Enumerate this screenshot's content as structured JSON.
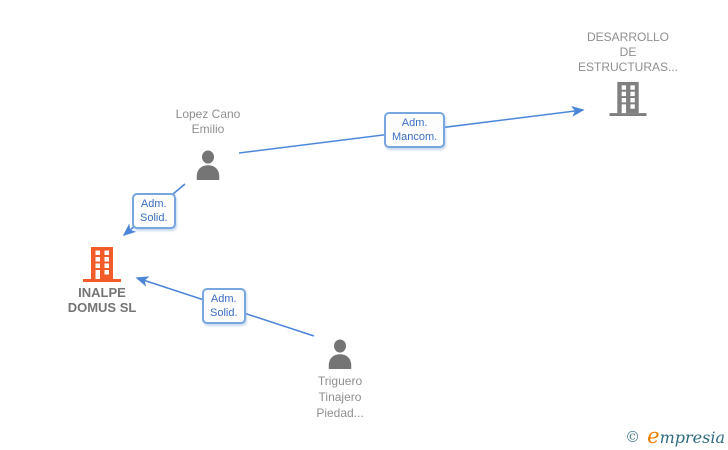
{
  "title": "Corporate relationship network diagram",
  "colors": {
    "edge_blue": "#4d86d8",
    "edge_label_text": "#3b6fc5",
    "edge_label_border": "#78a7e0",
    "node_text_gray": "#8f8f8f",
    "main_company_text": "#757575",
    "person_icon_gray": "#757575",
    "company_icon_gray": "#808080",
    "company_icon_orange": "#f25c2a",
    "watermark_copyright": "#4f808f",
    "watermark_initial_orange": "#ee7d00",
    "watermark_teal": "#2f6b80"
  },
  "diagram": {
    "nodes": {
      "lopez": {
        "type": "person",
        "label": "Lopez Cano\nEmilio"
      },
      "desarrollo": {
        "type": "company",
        "label": "DESARROLLO\nDE\nESTRUCTURAS..."
      },
      "inalpe": {
        "type": "company",
        "label": "INALPE\nDOMUS SL",
        "highlighted": true
      },
      "triguero": {
        "type": "person",
        "label": "Triguero\nTinajero\nPiedad..."
      }
    },
    "edges": {
      "mancom": {
        "label": "Adm.\nMancom.",
        "from": "lopez",
        "to": "desarrollo"
      },
      "solid1": {
        "label": "Adm.\nSolid.",
        "from": "lopez",
        "to": "inalpe"
      },
      "solid2": {
        "label": "Adm.\nSolid.",
        "from": "triguero",
        "to": "inalpe"
      }
    }
  },
  "watermark": {
    "copyright": "©",
    "brand_initial": "e",
    "brand_rest": "mpresia"
  }
}
